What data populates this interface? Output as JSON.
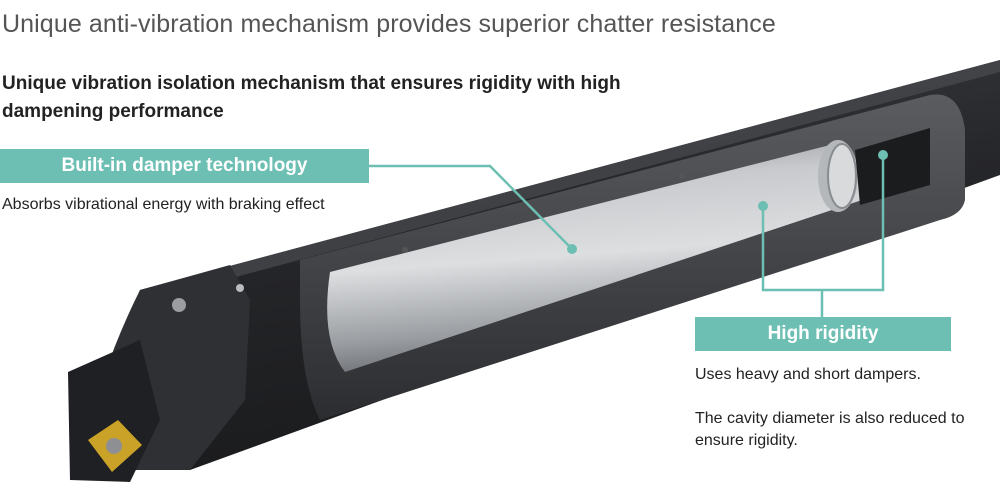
{
  "title": "Unique anti-vibration mechanism provides superior chatter resistance",
  "subtitle": "Unique vibration isolation mechanism that ensures rigidity with high dampening performance",
  "damper": {
    "label": "Built-in damper technology",
    "description": "Absorbs vibrational energy with braking effect"
  },
  "rigidity": {
    "label": "High rigidity",
    "description_1": "Uses heavy and short dampers.",
    "description_2": "The cavity diameter is also reduced to ensure rigidity."
  },
  "colors": {
    "accent": "#6dbfb3",
    "bar_body": "#2a2b2e",
    "insert": "#c9a227"
  }
}
